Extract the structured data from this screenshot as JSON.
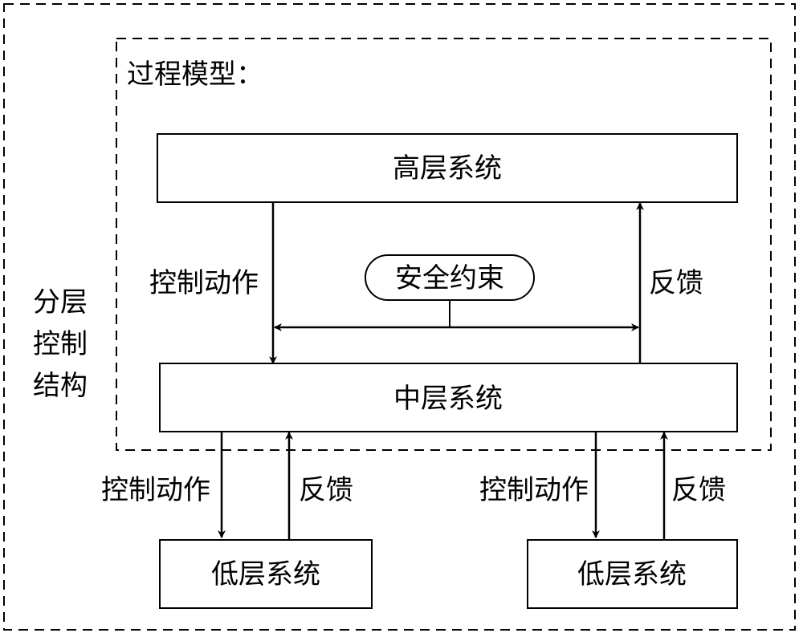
{
  "outer_label": [
    "分层",
    "控制",
    "结构"
  ],
  "process_model_label": "过程模型：",
  "high_system": "高层系统",
  "mid_system": "中层系统",
  "safety_constraint": "安全约束",
  "high_mid_link": {
    "control_label": "控制动作",
    "feedback_label": "反馈"
  },
  "low_systems": [
    {
      "name": "低层系统",
      "control_label": "控制动作",
      "feedback_label": "反馈"
    },
    {
      "name": "低层系统",
      "control_label": "控制动作",
      "feedback_label": "反馈"
    }
  ]
}
